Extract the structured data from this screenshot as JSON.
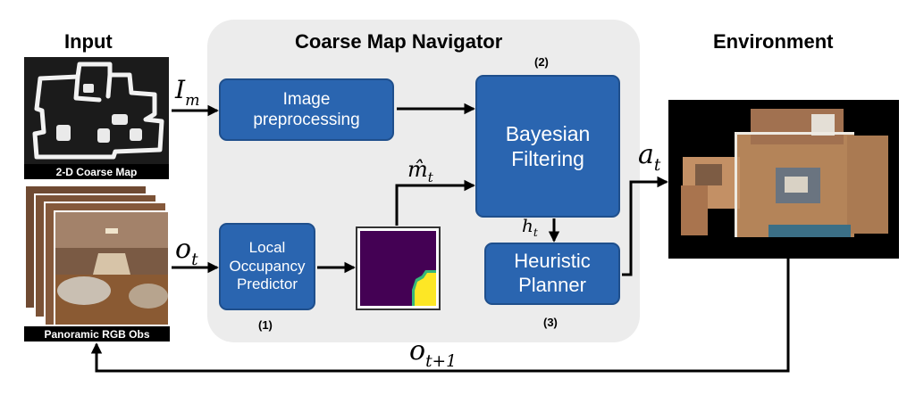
{
  "titles": {
    "input": "Input",
    "navigator": "Coarse Map Navigator",
    "environment": "Environment"
  },
  "boxes": {
    "preprocessing": "Image\npreprocessing",
    "bayesian": "Bayesian\nFiltering",
    "occupancy": "Local\nOccupancy\nPredictor",
    "planner": "Heuristic\nPlanner"
  },
  "numbers": {
    "n1": "(1)",
    "n2": "(2)",
    "n3": "(3)"
  },
  "captions": {
    "coarse_map": "2-D Coarse Map",
    "rgb_obs": "Panoramic RGB Obs"
  },
  "math": {
    "I": "I",
    "I_sub": "m",
    "o": "o",
    "o_sub": "t",
    "m": "m̂",
    "m_sub": "t",
    "h": "h",
    "h_sub": "t",
    "a": "a",
    "a_sub": "t",
    "o_next": "o",
    "o_next_sub": "t+1"
  },
  "colors": {
    "box_fill": "#2a65b0",
    "panel": "#ececec",
    "occupancy_bg": "#440154",
    "occupancy_free": "#fde725",
    "occupancy_edge": "#35b779"
  }
}
